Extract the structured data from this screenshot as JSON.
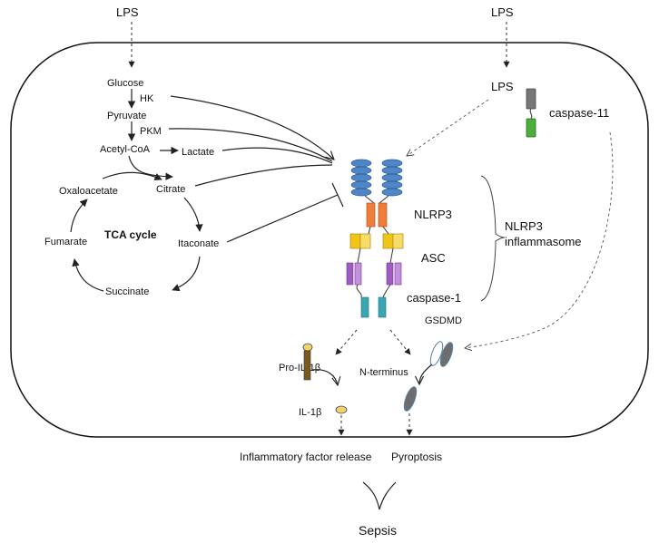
{
  "labels": {
    "lps_top_left": "LPS",
    "lps_top_right": "LPS",
    "lps_inner": "LPS",
    "caspase11": "caspase-11",
    "glucose": "Glucose",
    "hk": "HK",
    "pyruvate": "Pyruvate",
    "pkm": "PKM",
    "acetyl_coa": "Acetyl-CoA",
    "lactate": "Lactate",
    "oxaloacetate": "Oxaloacetate",
    "citrate": "Citrate",
    "tca_cycle": "TCA cycle",
    "fumarate": "Fumarate",
    "itaconate": "Itaconate",
    "succinate": "Succinate",
    "nlrp3": "NLRP3",
    "asc": "ASC",
    "caspase1": "caspase-1",
    "nlrp3_inflammasome_1": "NLRP3",
    "nlrp3_inflammasome_2": "inflammasome",
    "gsdmd": "GSDMD",
    "pro_il1b": "Pro-IL-1β",
    "il1b": "IL-1β",
    "n_terminus": "N-terminus",
    "inflammatory_release": "Inflammatory factor release",
    "pyroptosis": "Pyroptosis",
    "sepsis": "Sepsis"
  },
  "colors": {
    "lrr_blue": "#4f86c6",
    "nacht_orange": "#ee7e3a",
    "asc_yellow": "#f0c419",
    "caspase1_purple": "#a05cc0",
    "caspase1_teal": "#3aa6b4",
    "caspase11_grey": "#777777",
    "caspase11_green": "#4caf3a",
    "gsdmd_blue": "#5b7fa6",
    "il1b_yellow": "#f2d45c",
    "pro_il1b_brown": "#7a5a1c"
  }
}
